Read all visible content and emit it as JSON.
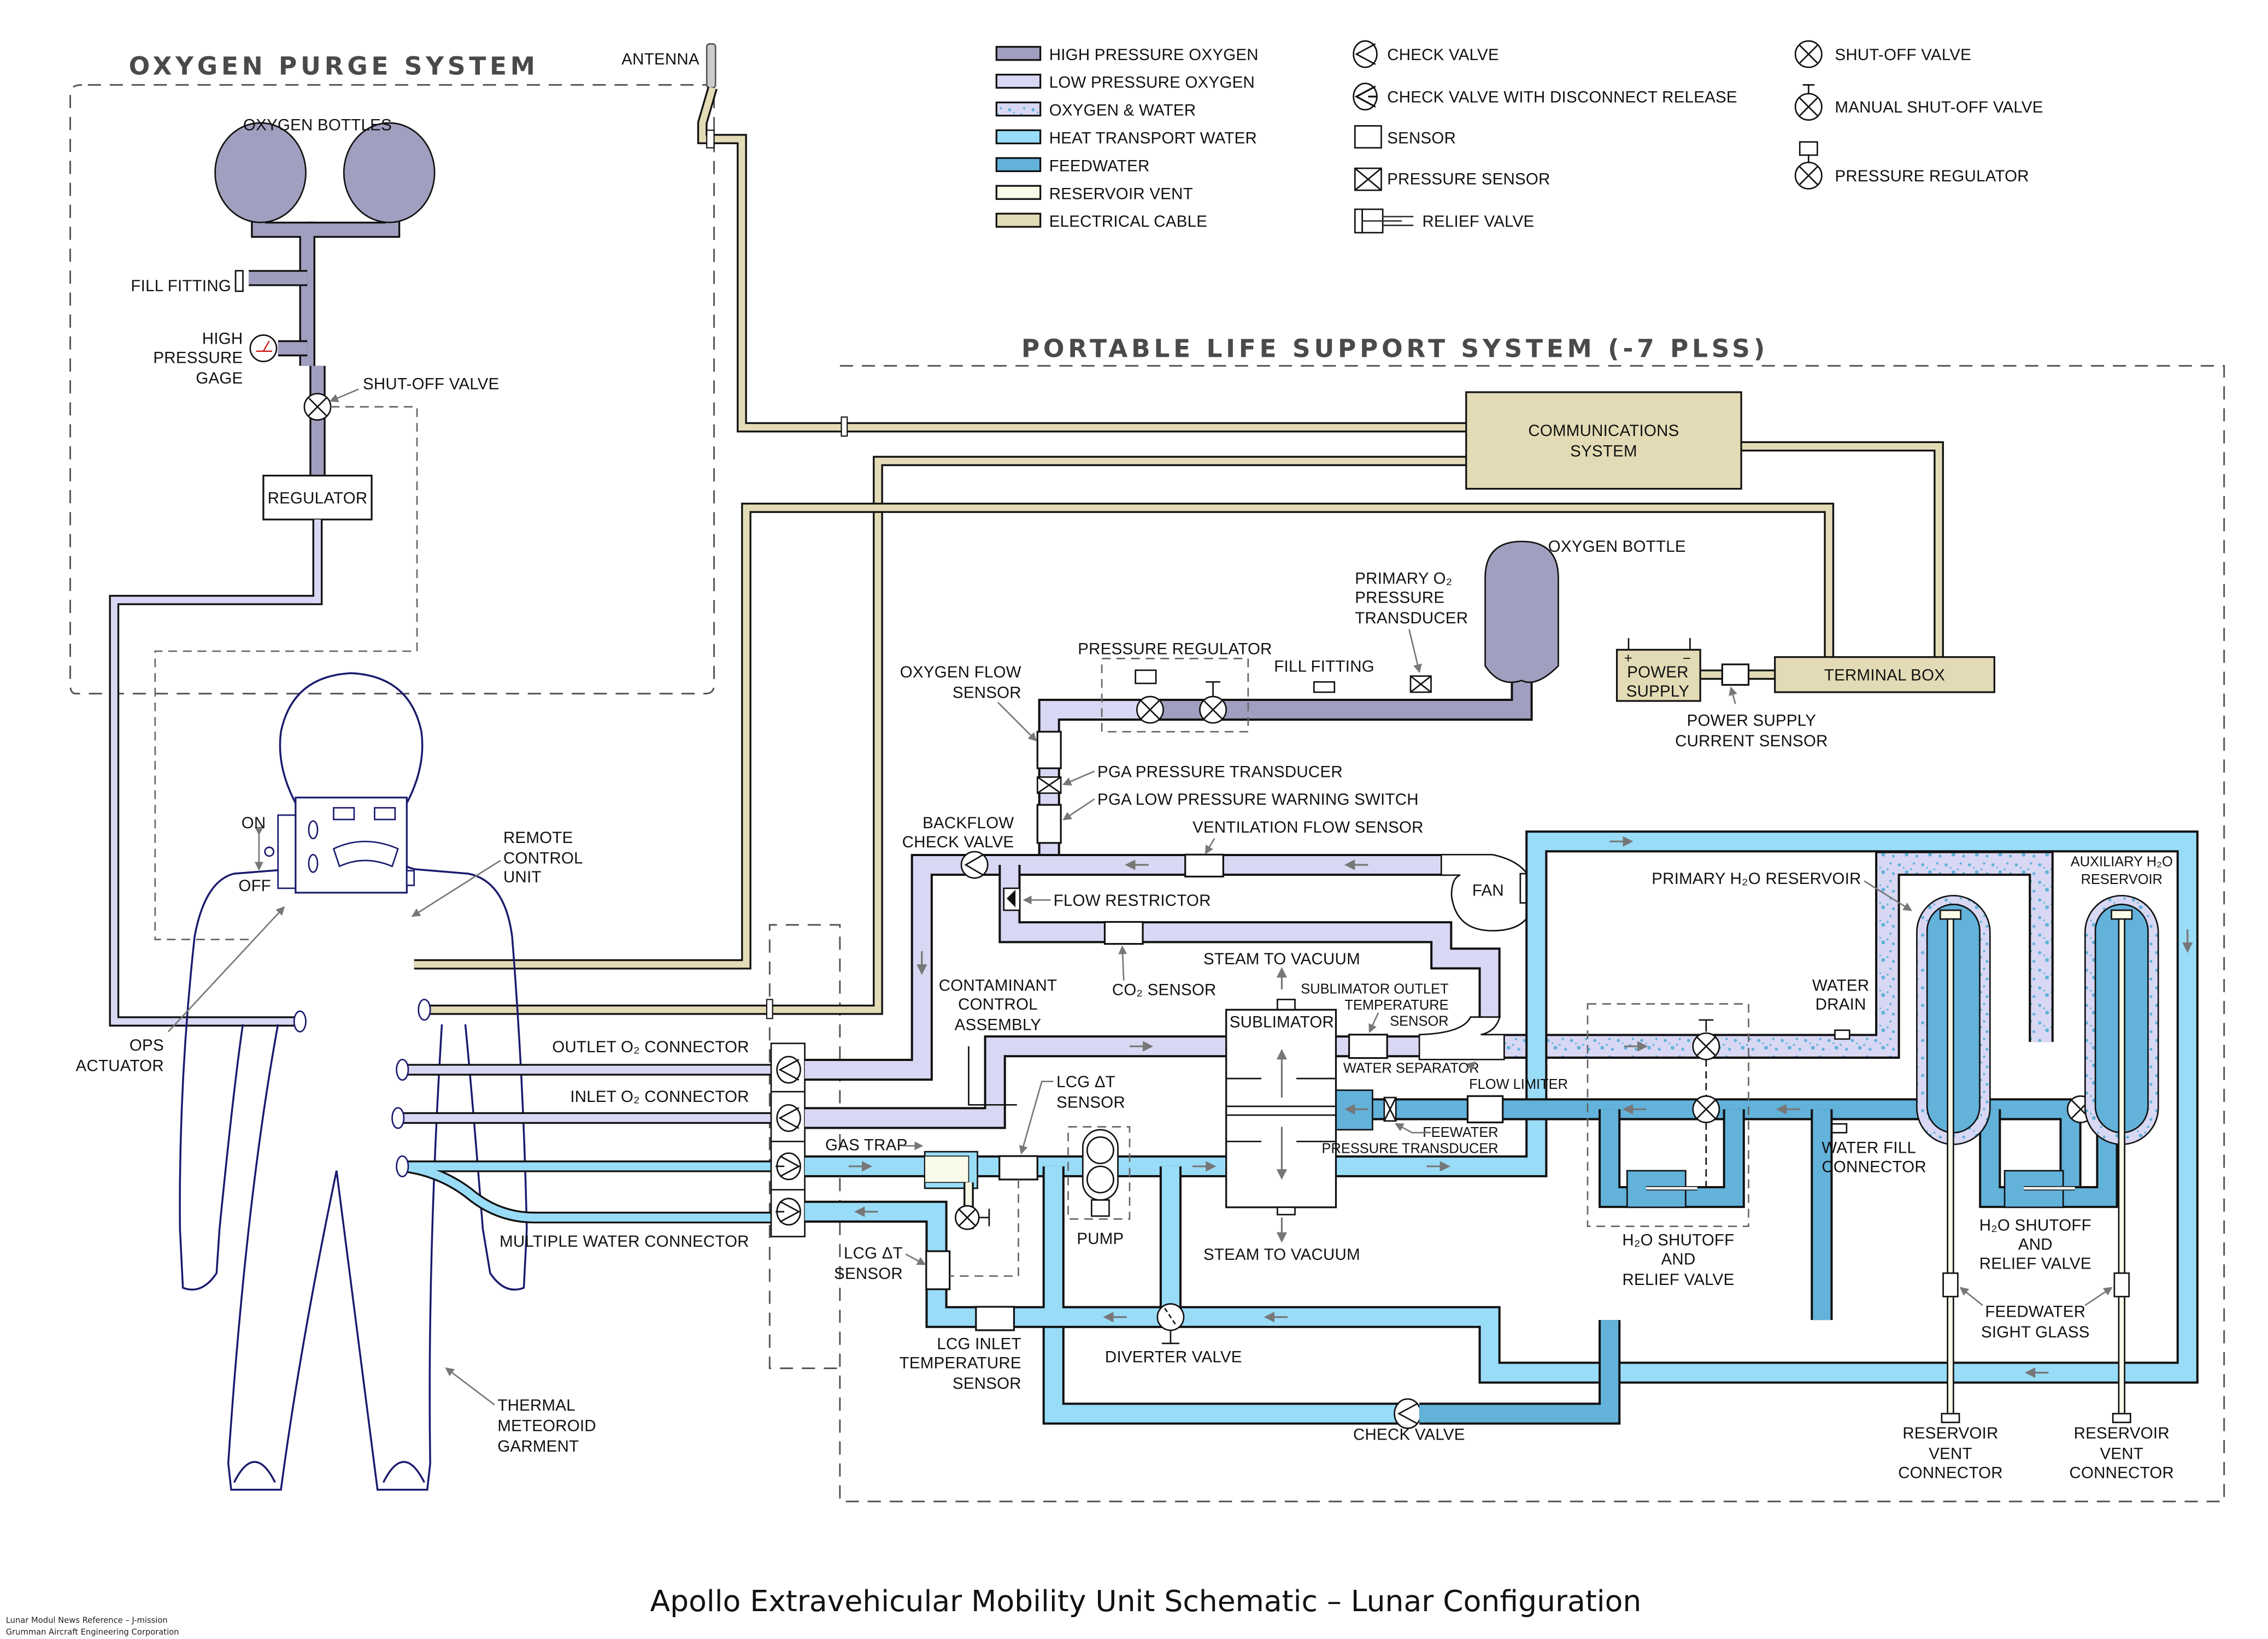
{
  "title": "Apollo Extravehicular Mobility Unit Schematic – Lunar Configuration",
  "credits": [
    "Lunar Modul News Reference – J-mission",
    "Grumman Aircraft Engineering Corporation"
  ],
  "colors": {
    "high_pressure_oxygen": "#a09fbf",
    "low_pressure_oxygen": "#d8d8f4",
    "oxygen_and_water": "#d8d8f4",
    "oxygen_and_water_speckle": "#62b2da",
    "heat_transport_water": "#99dcf8",
    "feedwater": "#62b2da",
    "reservoir_vent": "#fafae8",
    "electrical_cable": "#e3dbb5",
    "suit_outline": "#1a1a6e"
  },
  "legend": {
    "lines": [
      {
        "key": "high_pressure_oxygen",
        "label": "HIGH PRESSURE OXYGEN"
      },
      {
        "key": "low_pressure_oxygen",
        "label": "LOW PRESSURE OXYGEN"
      },
      {
        "key": "oxygen_and_water",
        "label": "OXYGEN & WATER"
      },
      {
        "key": "heat_transport_water",
        "label": "HEAT TRANSPORT WATER"
      },
      {
        "key": "feedwater",
        "label": "FEEDWATER"
      },
      {
        "key": "reservoir_vent",
        "label": "RESERVOIR VENT"
      },
      {
        "key": "electrical_cable",
        "label": "ELECTRICAL CABLE"
      }
    ],
    "symbols_left": [
      {
        "icon": "check-valve-icon",
        "label": "CHECK VALVE"
      },
      {
        "icon": "check-valve-disconnect-icon",
        "label": "CHECK VALVE WITH DISCONNECT RELEASE"
      },
      {
        "icon": "sensor-icon",
        "label": "SENSOR"
      },
      {
        "icon": "pressure-sensor-icon",
        "label": "PRESSURE SENSOR"
      },
      {
        "icon": "relief-valve-icon",
        "label": "RELIEF VALVE"
      }
    ],
    "symbols_right": [
      {
        "icon": "shutoff-valve-icon",
        "label": "SHUT-OFF VALVE"
      },
      {
        "icon": "manual-shutoff-valve-icon",
        "label": "MANUAL SHUT-OFF VALVE"
      },
      {
        "icon": "pressure-regulator-icon",
        "label": "PRESSURE REGULATOR"
      }
    ]
  },
  "ops": {
    "title": "OXYGEN PURGE SYSTEM",
    "antenna": "ANTENNA",
    "oxygen_bottles": "OXYGEN BOTTLES",
    "fill_fitting": "FILL FITTING",
    "gage": [
      "HIGH",
      "PRESSURE",
      "GAGE"
    ],
    "shutoff_valve": "SHUT-OFF VALVE",
    "regulator": "REGULATOR"
  },
  "suit": {
    "remote_control_unit": [
      "REMOTE",
      "CONTROL",
      "UNIT"
    ],
    "on": "ON",
    "off": "OFF",
    "ops_actuator": [
      "OPS",
      "ACTUATOR"
    ],
    "outlet_o2": "OUTLET O₂ CONNECTOR",
    "inlet_o2": "INLET O₂ CONNECTOR",
    "multiple_water": "MULTIPLE WATER CONNECTOR",
    "garment": [
      "THERMAL",
      "METEOROID",
      "GARMENT"
    ]
  },
  "plss": {
    "title": "PORTABLE LIFE SUPPORT SYSTEM (-7 PLSS)",
    "comms": [
      "COMMUNICATIONS",
      "SYSTEM"
    ],
    "terminal_box": "TERMINAL BOX",
    "power_supply": [
      "POWER",
      "SUPPLY"
    ],
    "plus": "+",
    "minus": "−",
    "power_sensor": [
      "POWER SUPPLY",
      "CURRENT SENSOR"
    ],
    "oxygen_bottle": "OXYGEN BOTTLE",
    "primary_transducer": [
      "PRIMARY O₂",
      "PRESSURE",
      "TRANSDUCER"
    ],
    "pressure_regulator": "PRESSURE REGULATOR",
    "fill_fitting": "FILL FITTING",
    "oxygen_flow_sensor": [
      "OXYGEN FLOW",
      "SENSOR"
    ],
    "pga_transducer": "PGA PRESSURE TRANSDUCER",
    "pga_switch": "PGA LOW PRESSURE WARNING SWITCH",
    "backflow_valve": [
      "BACKFLOW",
      "CHECK VALVE"
    ],
    "ventilation_sensor": "VENTILATION FLOW SENSOR",
    "fan": "FAN",
    "flow_restrictor": "FLOW RESTRICTOR",
    "co2_sensor": "CO₂ SENSOR",
    "steam_top": "STEAM TO VACUUM",
    "steam_bottom": "STEAM TO VACUUM",
    "contaminant": [
      "CONTAMINANT",
      "CONTROL",
      "ASSEMBLY"
    ],
    "sublimator": "SUBLIMATOR",
    "sublimator_sensor": [
      "SUBLIMATOR OUTLET",
      "TEMPERATURE",
      "SENSOR"
    ],
    "water_separator": "WATER SEPARATOR",
    "flow_limiter": "FLOW LIMITER",
    "feedwater_transducer": [
      "FEEWATER",
      "PRESSURE TRANSDUCER"
    ],
    "gas_trap": "GAS TRAP",
    "lcg_dt_upper": [
      "LCG ΔT",
      "SENSOR"
    ],
    "lcg_dt_lower": [
      "LCG ΔT",
      "SENSOR"
    ],
    "pump": "PUMP",
    "lcg_inlet": [
      "LCG INLET",
      "TEMPERATURE",
      "SENSOR"
    ],
    "diverter": "DIVERTER VALVE",
    "check_valve": "CHECK VALVE",
    "primary_res": "PRIMARY H₂O RESERVOIR",
    "aux_res": [
      "AUXILIARY H₂O",
      "RESERVOIR"
    ],
    "water_drain": [
      "WATER",
      "DRAIN"
    ],
    "water_fill": [
      "WATER FILL",
      "CONNECTOR"
    ],
    "shutoff_relief_1": [
      "H₂O SHUTOFF",
      "AND",
      "RELIEF VALVE"
    ],
    "shutoff_relief_2": [
      "H₂O SHUTOFF",
      "AND",
      "RELIEF VALVE"
    ],
    "sight_glass": [
      "FEEDWATER",
      "SIGHT GLASS"
    ],
    "vent_connector_1": [
      "RESERVOIR",
      "VENT",
      "CONNECTOR"
    ],
    "vent_connector_2": [
      "RESERVOIR",
      "VENT",
      "CONNECTOR"
    ]
  }
}
